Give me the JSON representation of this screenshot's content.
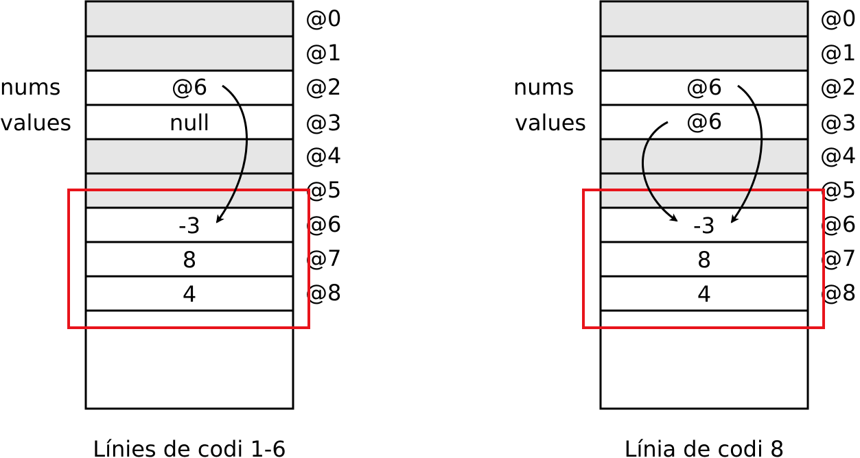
{
  "panels": [
    {
      "caption": "Línies de codi 1-6",
      "addresses": [
        "@0",
        "@1",
        "@2",
        "@3",
        "@4",
        "@5",
        "@6",
        "@7",
        "@8"
      ],
      "cells": [
        {
          "value": "",
          "shaded": true
        },
        {
          "value": "",
          "shaded": true
        },
        {
          "value": "@6",
          "shaded": false,
          "variable": "nums"
        },
        {
          "value": "null",
          "shaded": false,
          "variable": "values"
        },
        {
          "value": "",
          "shaded": true
        },
        {
          "value": "",
          "shaded": true
        },
        {
          "value": "-3",
          "shaded": false
        },
        {
          "value": "8",
          "shaded": false
        },
        {
          "value": "4",
          "shaded": false
        }
      ],
      "pointers": [
        {
          "from": "nums",
          "to": "@6"
        }
      ]
    },
    {
      "caption": "Línia de codi 8",
      "addresses": [
        "@0",
        "@1",
        "@2",
        "@3",
        "@4",
        "@5",
        "@6",
        "@7",
        "@8"
      ],
      "cells": [
        {
          "value": "",
          "shaded": true
        },
        {
          "value": "",
          "shaded": true
        },
        {
          "value": "@6",
          "shaded": false,
          "variable": "nums"
        },
        {
          "value": "@6",
          "shaded": false,
          "variable": "values"
        },
        {
          "value": "",
          "shaded": true
        },
        {
          "value": "",
          "shaded": true
        },
        {
          "value": "-3",
          "shaded": false
        },
        {
          "value": "8",
          "shaded": false
        },
        {
          "value": "4",
          "shaded": false
        }
      ],
      "pointers": [
        {
          "from": "nums",
          "to": "@6"
        },
        {
          "from": "values",
          "to": "@6"
        }
      ]
    }
  ],
  "colors": {
    "shaded_cell": "#e6e6e6",
    "cell": "#ffffff",
    "line": "#000000",
    "highlight_box": "#e8141b"
  }
}
